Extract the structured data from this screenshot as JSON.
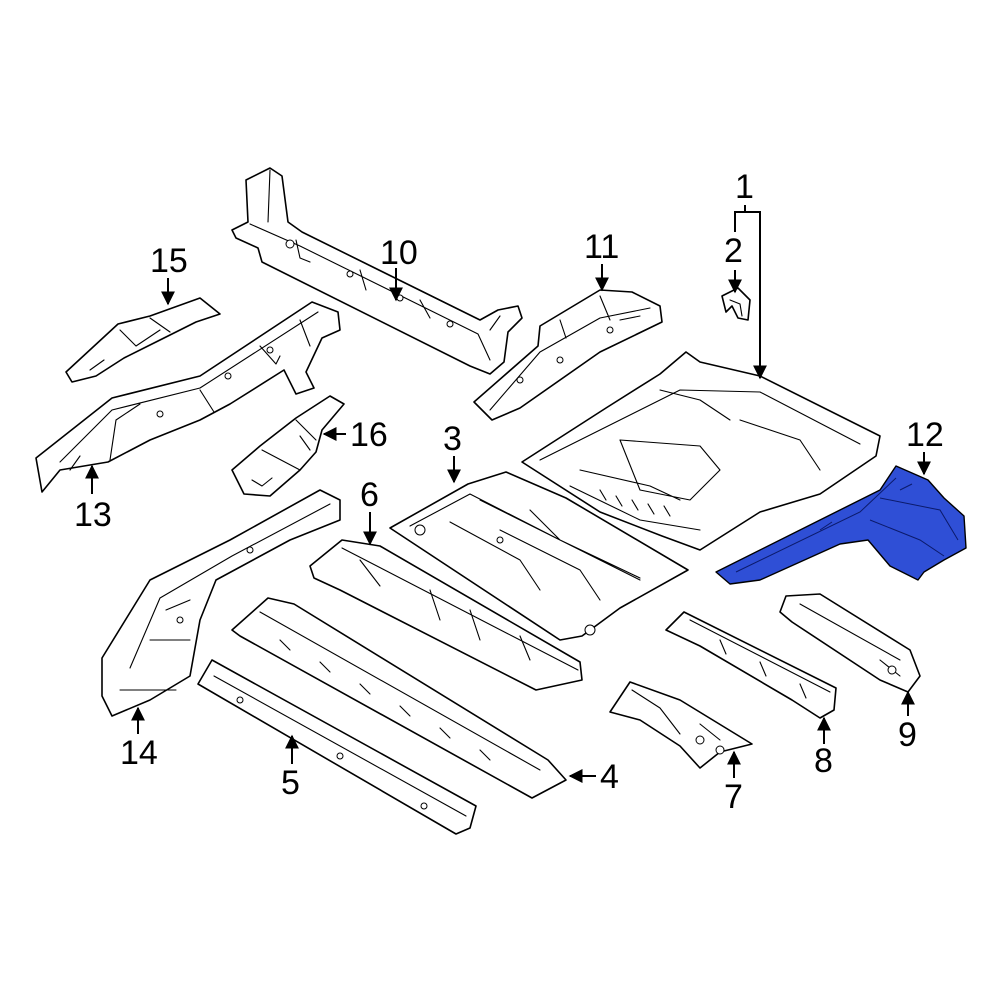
{
  "callouts": {
    "c1": "1",
    "c2": "2",
    "c3": "3",
    "c4": "4",
    "c5": "5",
    "c6": "6",
    "c7": "7",
    "c8": "8",
    "c9": "9",
    "c10": "10",
    "c11": "11",
    "c12": "12",
    "c13": "13",
    "c14": "14",
    "c15": "15",
    "c16": "16"
  },
  "highlight_color": "#2f4fd6",
  "highlighted_part": "12"
}
